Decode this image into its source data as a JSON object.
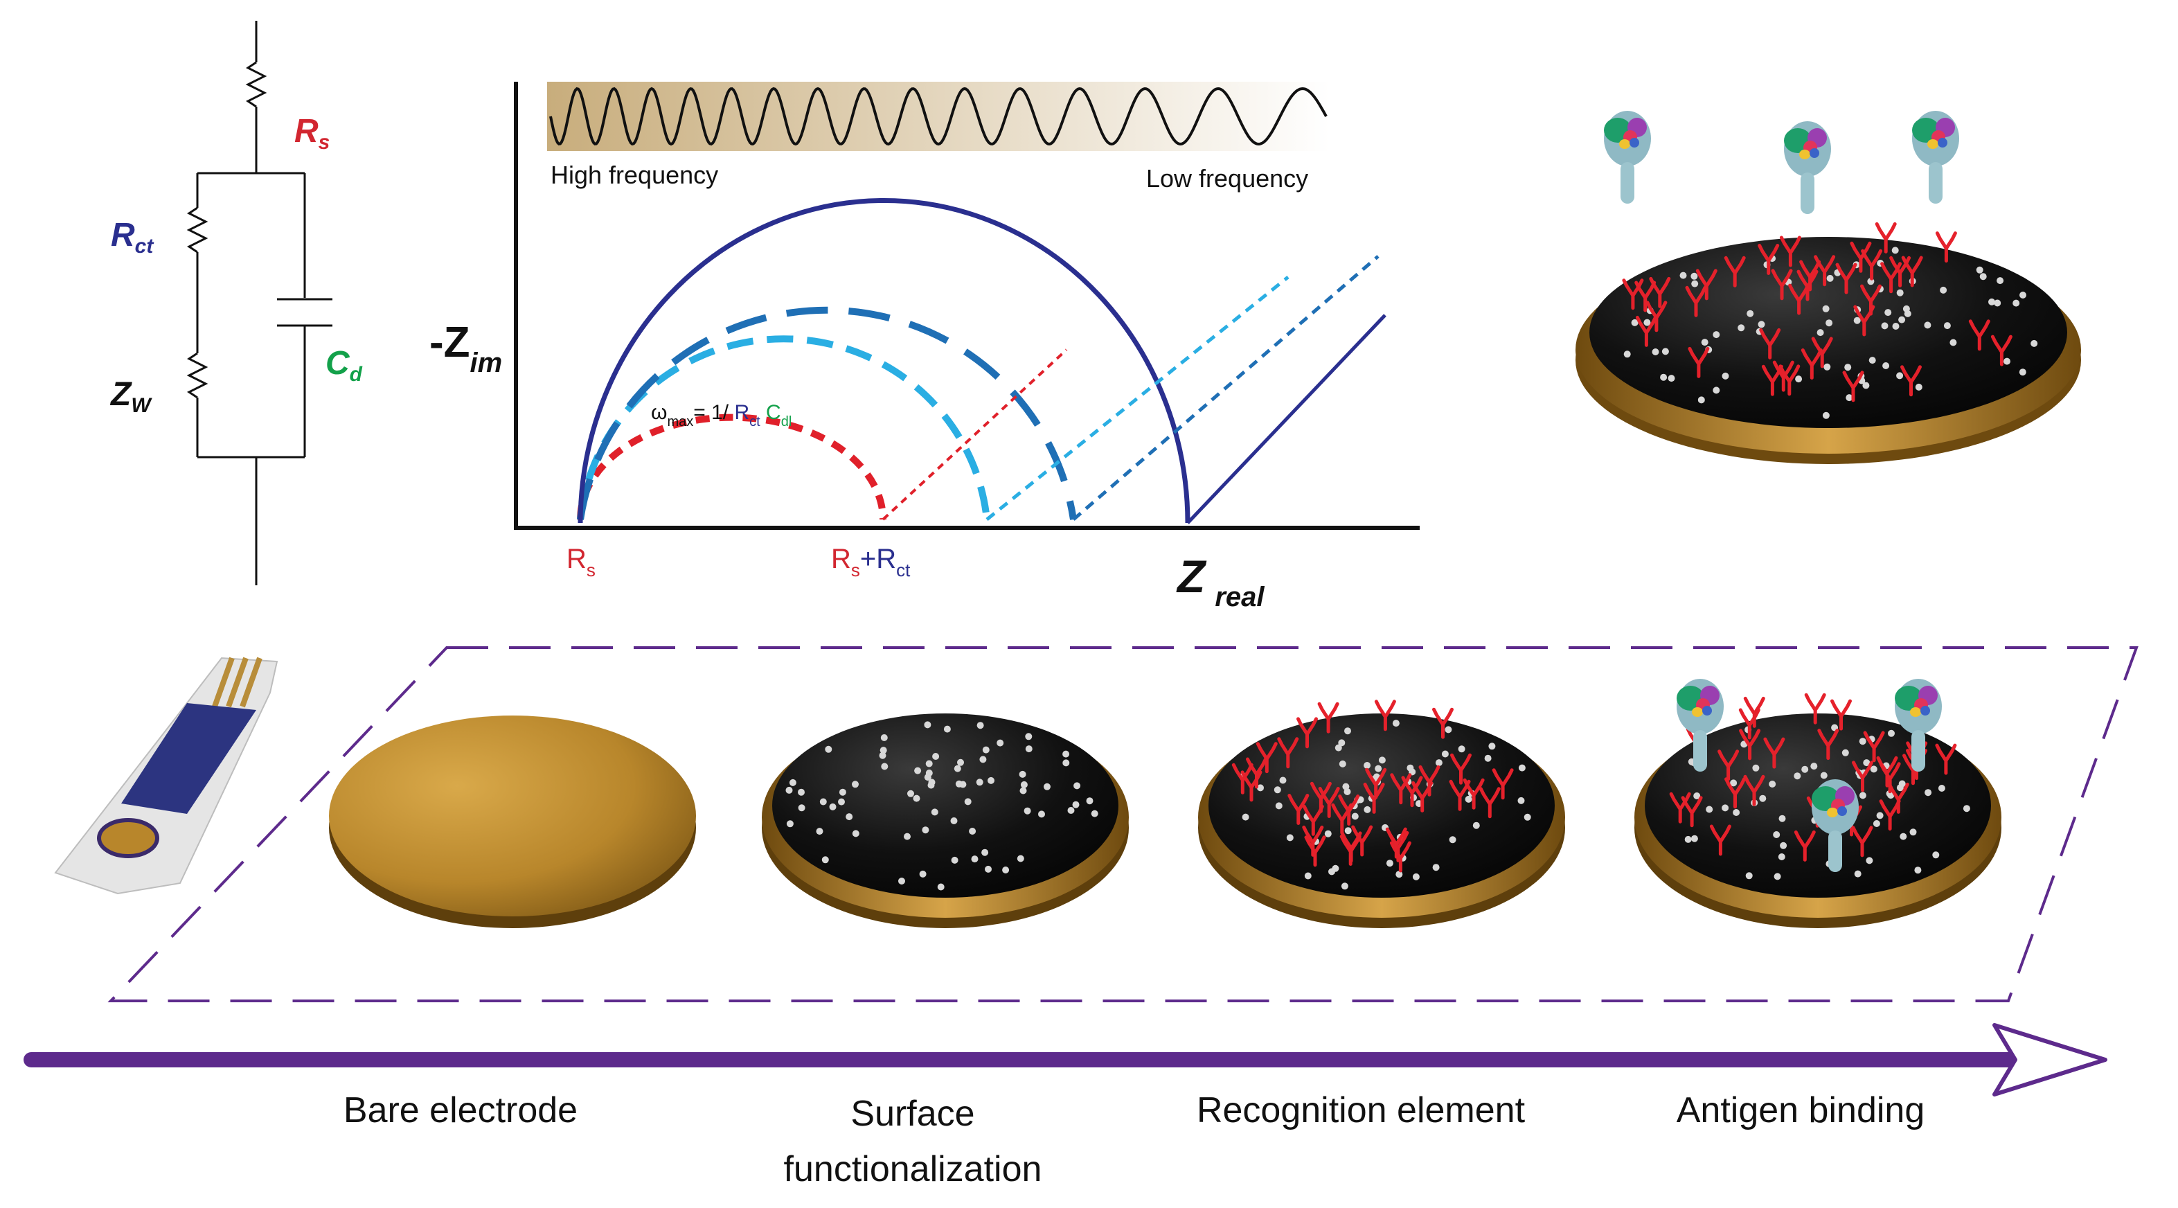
{
  "circuit": {
    "rs": {
      "main": "R",
      "sub": "s"
    },
    "rct": {
      "main": "R",
      "sub": "ct"
    },
    "zw": {
      "main": "Z",
      "sub": "W"
    },
    "cd": {
      "main": "C",
      "sub": "d"
    }
  },
  "nyquist": {
    "y_label": {
      "main": "-Z",
      "sub": "im"
    },
    "x_label": {
      "main": "Z",
      "sub": "real"
    },
    "high_frequency": "High frequency",
    "low_frequency": "Low frequency",
    "omega": {
      "w": "ω",
      "w_sub": "max",
      "eq": "= 1/ ",
      "r": "R",
      "r_sub": "ct",
      "c": "C",
      "c_sub": "dl"
    },
    "tick_rs": {
      "main": "R",
      "sub": "s"
    },
    "tick_rsrct": {
      "r1": "R",
      "s1": "s",
      "plus": "+",
      "r2": "R",
      "s2": "ct"
    }
  },
  "steps": [
    {
      "label_lines": [
        "Bare electrode"
      ]
    },
    {
      "label_lines": [
        "Surface",
        "functionalization"
      ]
    },
    {
      "label_lines": [
        "Recognition element"
      ]
    },
    {
      "label_lines": [
        "Antigen binding"
      ]
    }
  ],
  "colors": {
    "red": "#e0202a",
    "navy": "#2a2f8f",
    "steel_blue": "#1f6fb5",
    "light_blue": "#2aaee3",
    "green": "#13a14a",
    "purple": "#5d2a8c",
    "gold": "#b8862b",
    "antibody": "#e5212b"
  },
  "icons": [
    "resistor-icon",
    "capacitor-icon",
    "electrode-disc-icon",
    "antibody-icon",
    "antigen-protein-icon",
    "sensor-strip-icon",
    "process-arrow-icon"
  ]
}
